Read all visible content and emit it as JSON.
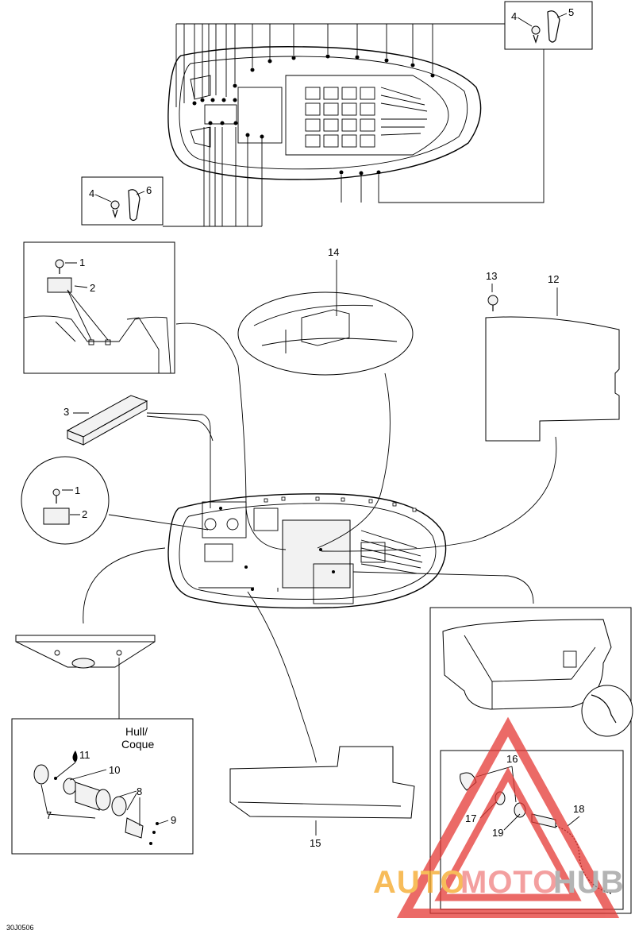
{
  "callouts": {
    "c1a": "1",
    "c2a": "2",
    "c3": "3",
    "c4a": "4",
    "c5": "5",
    "c4b": "4",
    "c6": "6",
    "c14": "14",
    "c13": "13",
    "c12": "12",
    "c1b": "1",
    "c2b": "2",
    "c11": "11",
    "c10": "10",
    "c8": "8",
    "c7": "7",
    "c9": "9",
    "c15": "15",
    "c16": "16",
    "c17": "17",
    "c18": "18",
    "c19": "19"
  },
  "hull_label_line1": "Hull/",
  "hull_label_line2": "Coque",
  "figure_code": "30J0506",
  "watermark": {
    "part1": "AUTO",
    "part2": "MOTO",
    "part3": "HUB",
    "color1": "#f5a623",
    "color2": "#f08080",
    "color3": "#9b9b9b",
    "triangle_color": "#e53935"
  }
}
